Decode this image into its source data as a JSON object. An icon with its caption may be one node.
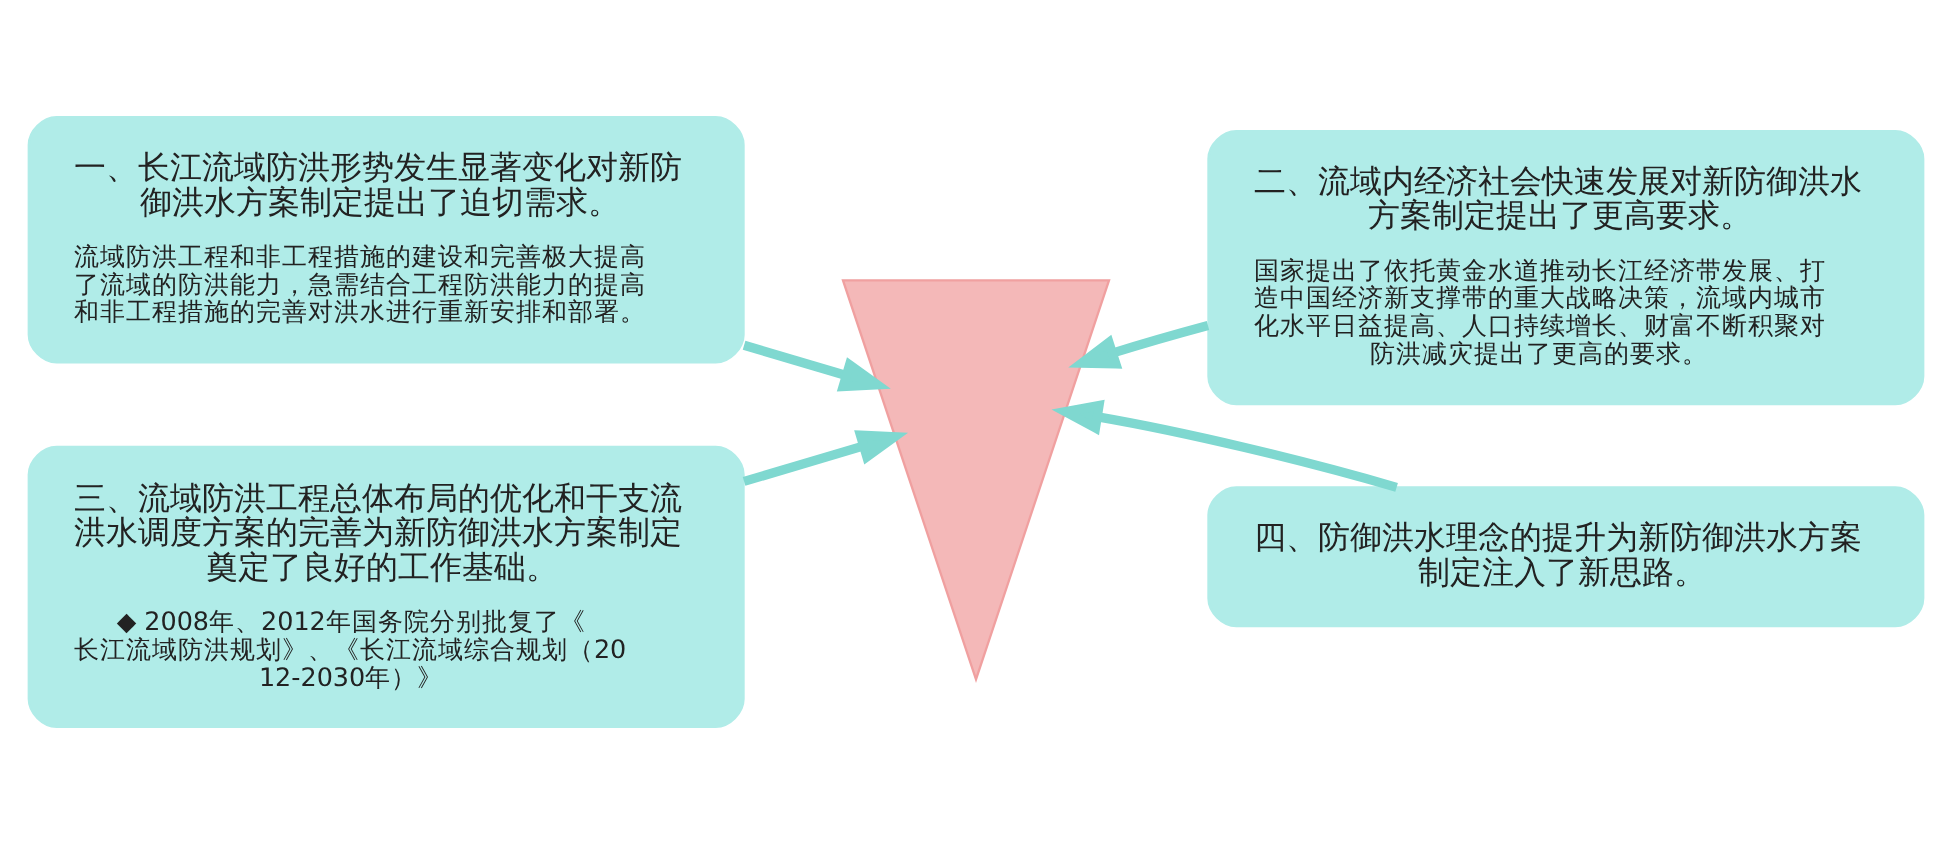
{
  "diagram": {
    "nodes": [
      {
        "text": [
          "一、长江流域防洪形势发生显著变化对新防御洪水方案制定提出了迫切需求。",
          "流域防洪工程和非工程措施的建设和完善极大提高了流域的防洪能力，急需结合工程防洪能力的提高和非工程措施的完善对洪水进行重新安排和部署。"
        ]
      },
      {
        "text": [
          "二、流域内经济社会快速发展对新防御洪水方案制定提出了更高要求。",
          "国家提出了依托黄金水道推动长江经济带发展、打造中国经济新支撑带的重大战略决策，流域内城市化水平日益提高、人口持续增长、财富不断积聚对防洪减灾提出了更高的要求。"
        ]
      },
      {
        "text": [
          "三、流域防洪工程总体布局的优化和干支流洪水调度方案的完善为新防御洪水方案制定奠定了良好的工作基础。",
          "◆ 2008年、2012年国务院分别批复了《长江流域防洪规划》、《长江流域综合规划（2012-2030年）》"
        ]
      },
      {
        "text": [
          "四、防御洪水理念的提升为新防御洪水方案制定注入了新思路。"
        ]
      },
      {
        "text": [],
        "shape": "funnel"
      }
    ],
    "edges": [
      {
        "from": 0,
        "to": 4,
        "arrow": "to"
      },
      {
        "from": 1,
        "to": 4,
        "arrow": "to"
      },
      {
        "from": 2,
        "to": 4,
        "arrow": "to"
      },
      {
        "from": 3,
        "to": 4,
        "arrow": "to"
      }
    ]
  }
}
